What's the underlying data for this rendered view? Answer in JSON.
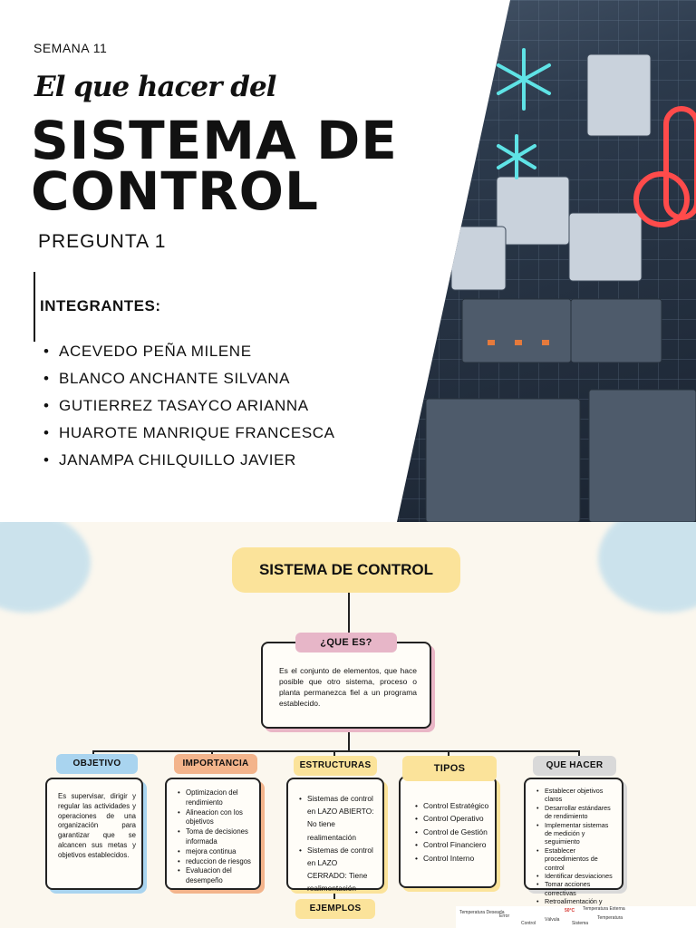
{
  "cover": {
    "week": "SEMANA 11",
    "script_title": "El que hacer del",
    "title_line1": "SISTEMA DE",
    "title_line2": "CONTROL",
    "subtitle": "PREGUNTA 1",
    "members_label": "INTEGRANTES:",
    "members": [
      "ACEVEDO PEÑA MILENE",
      "BLANCO ANCHANTE SILVANA",
      "GUTIERREZ TASAYCO ARIANNA",
      "HUAROTE MANRIQUE FRANCESCA",
      "JANAMPA CHILQUILLO JAVIER"
    ]
  },
  "map": {
    "root": "SISTEMA DE CONTROL",
    "question_tag": "¿QUE ES?",
    "question_text": "Es el conjunto de elementos, que hace posible que otro sistema, proceso o planta permanezca fiel a un programa establecido.",
    "columns": [
      {
        "tag": "OBJETIVO",
        "color": "#a9d4ef",
        "text": "Es supervisar, dirigir y regular las actividades y operaciones de una organización para garantizar que se alcancen sus metas y objetivos establecidos."
      },
      {
        "tag": "IMPORTANCIA",
        "color": "#f3b48b",
        "items": [
          "Optimizacion del rendimiento",
          "Alineacion con los objetivos",
          "Toma de decisiones informada",
          "mejora continua",
          "reduccion de riesgos",
          "Evaluacion del desempeño"
        ]
      },
      {
        "tag": "ESTRUCTURAS",
        "color": "#fbe39a",
        "items": [
          "Sistemas de control en LAZO ABIERTO: No tiene realimentación",
          "Sistemas de control en LAZO CERRADO: Tiene realimentación"
        ]
      },
      {
        "tag": "TIPOS",
        "color": "#fbe39a",
        "items": [
          "Control Estratégico",
          "Control Operativo",
          "Control de Gestión",
          "Control Financiero",
          "Control Interno"
        ]
      },
      {
        "tag": "QUE HACER",
        "color": "#d9d9d9",
        "items": [
          "Establecer objetivos claros",
          "Desarrollar estándares de rendimiento",
          "Implementar sistemas de medición y seguimiento",
          "Establecer procedimientos de control",
          "Identificar desviaciones",
          "Tomar acciones correctivas",
          "Retroalimentación y mejora continua"
        ]
      }
    ],
    "examples_tag": "EJEMPLOS",
    "diagram": {
      "labels": [
        "Temperatura Deseada",
        "Error",
        "Control",
        "Válvula",
        "50°C",
        "Temperatura Externa",
        "Sistema",
        "Temperatura"
      ],
      "accent": "#d6322c"
    }
  }
}
